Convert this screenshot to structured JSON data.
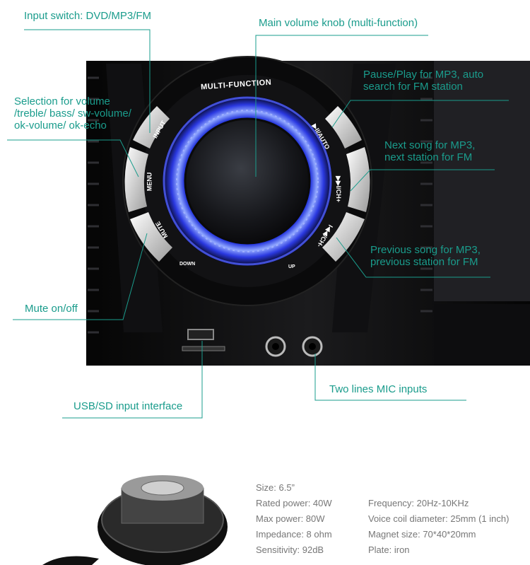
{
  "callouts": {
    "input_switch": "Input switch: DVD/MP3/FM",
    "main_knob": "Main volume knob (multi-function)",
    "pause_play_1": "Pause/Play for MP3, auto",
    "pause_play_2": "search for FM station",
    "selection_1": "Selection for volume",
    "selection_2": "/treble/ bass/ sw-volume/",
    "selection_3": "ok-volume/ ok-echo",
    "next_1": "Next song for MP3,",
    "next_2": "next station for FM",
    "prev_1": "Previous song for MP3,",
    "prev_2": "previous station for FM",
    "mute": "Mute on/off",
    "mic": "Two lines MIC inputs",
    "usb": "USB/SD input interface"
  },
  "panel_labels": {
    "multi_function": "MULTI-FUNCTION",
    "input": "INPUT",
    "menu": "MENU",
    "mute": "MUTE",
    "play_auto": "▶II/AUTO",
    "ch_plus": "▶▶I/CH+",
    "ch_minus": "I◀◀/CH-",
    "down": "DOWN",
    "up": "UP"
  },
  "specs": {
    "left": [
      "Size: 6.5”",
      "Rated power: 40W",
      "Max power: 80W",
      "Impedance: 8 ohm",
      "Sensitivity: 92dB"
    ],
    "right": [
      "Frequency: 20Hz-10KHz",
      "Voice coil diameter: 25mm (1 inch)",
      "Magnet size: 70*40*20mm",
      "Plate: iron"
    ]
  },
  "colors": {
    "callout_text": "#1a9c8c",
    "leader_line": "#1a9c8c",
    "knob_glow": "#3a4dff",
    "speaker_body": "#0b0b0b"
  }
}
